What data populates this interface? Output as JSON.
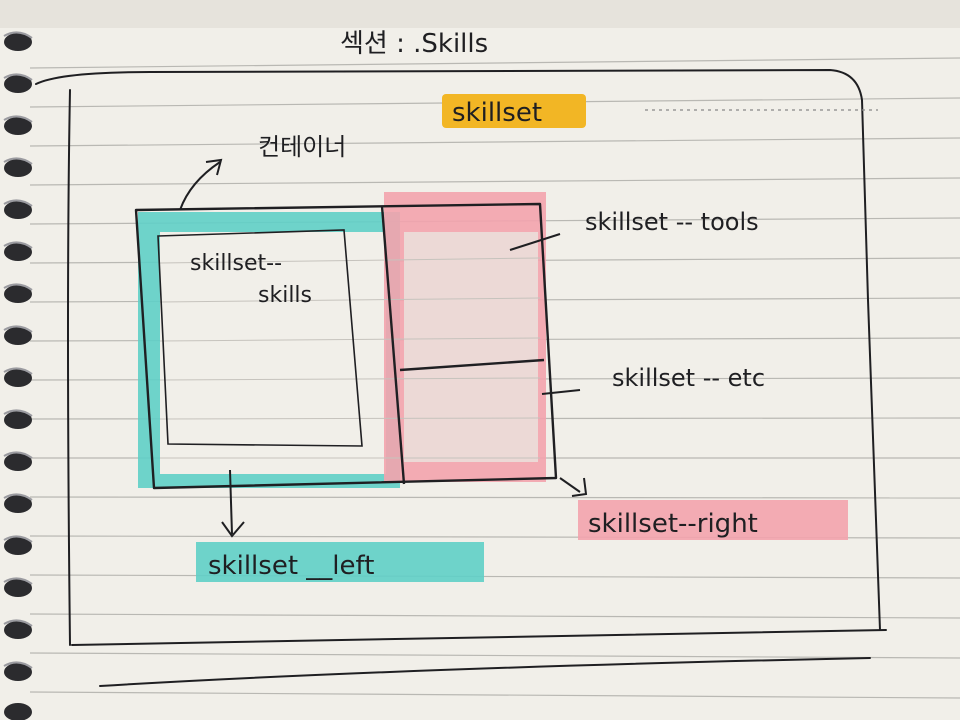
{
  "page": {
    "heading": "섹션 : .Skills"
  },
  "container": {
    "label_korean": "컨테이너",
    "class_name": "skillset"
  },
  "blocks": {
    "skills": {
      "line1": "skillset--",
      "line2": "skills"
    },
    "tools": "skillset -- tools",
    "etc": "skillset -- etc",
    "left": "skillset __left",
    "right": "skillset--right"
  },
  "colors": {
    "paper": "#f1efe9",
    "rule": "#b9b8b3",
    "ink": "#1f1f22",
    "highlight_yellow": "#f2b625",
    "highlight_teal": "#5fcfc7",
    "highlight_pink": "#f3a3ad"
  }
}
